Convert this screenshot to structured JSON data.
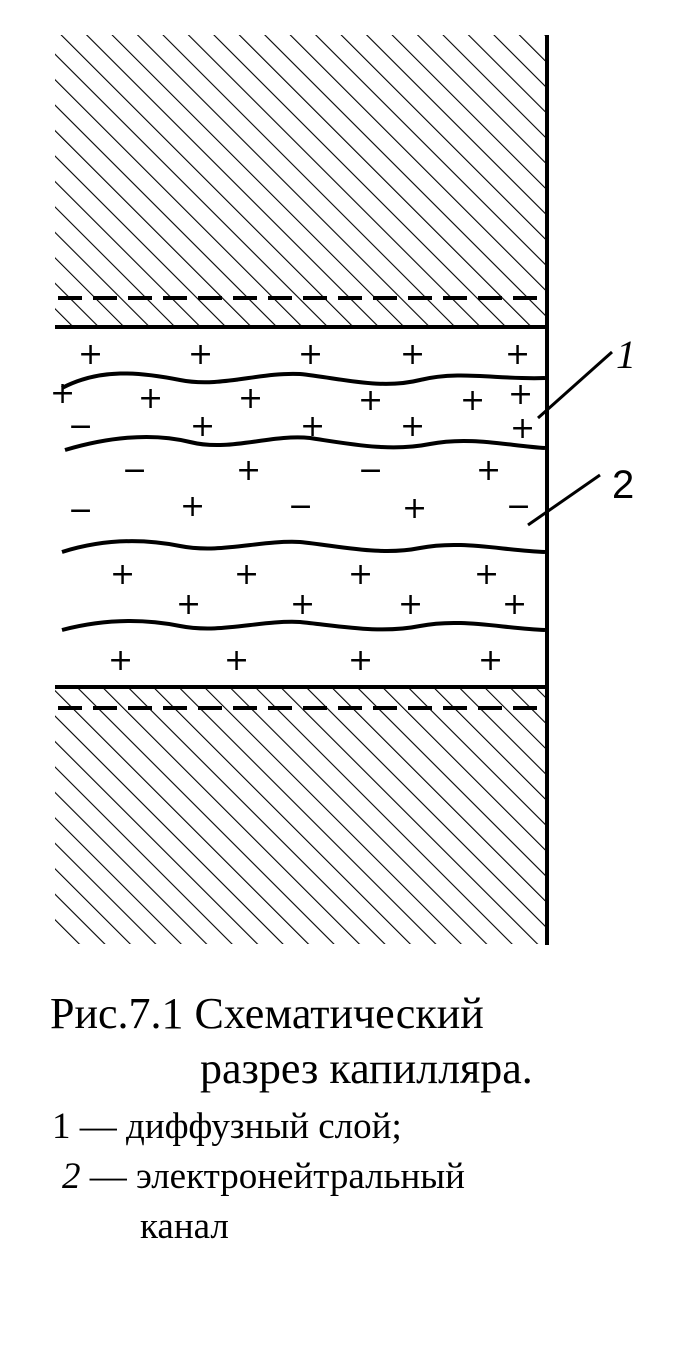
{
  "figure": {
    "label_1": "1",
    "label_2": "2",
    "plus": "+",
    "minus": "−"
  },
  "caption": {
    "line1": "Рис.7.1 Схематический",
    "line2": "разрез капилляра."
  },
  "legend": {
    "item1_number": "1",
    "item1_text": " — диффузный слой;",
    "item2_number": "2",
    "item2_text": " — электронейтральный",
    "item2_text_cont": "канал"
  },
  "colors": {
    "ink": "#000000",
    "background": "#ffffff"
  }
}
